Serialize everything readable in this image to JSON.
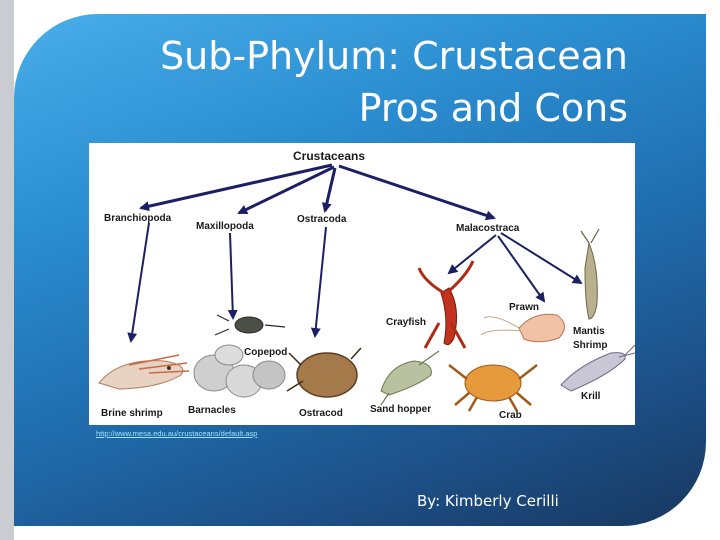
{
  "slide": {
    "title_line1": "Sub-Phylum: Crustacean",
    "title_line2": "Pros and Cons",
    "source_url": "http://www.mesa.edu.au/crustaceans/default.asp",
    "byline": "By: Kimberly Cerilli"
  },
  "diagram": {
    "root": "Crustaceans",
    "groups": {
      "branchiopoda": "Branchiopoda",
      "maxillopoda": "Maxillopoda",
      "ostracoda": "Ostracoda",
      "malacostraca": "Malacostraca"
    },
    "animals": {
      "brine_shrimp": "Brine shrimp",
      "barnacles": "Barnacles",
      "copepod": "Copepod",
      "ostracod": "Ostracod",
      "sand_hopper": "Sand hopper",
      "crayfish": "Crayfish",
      "crab": "Crab",
      "prawn": "Prawn",
      "mantis_shrimp_line1": "Mantis",
      "mantis_shrimp_line2": "Shrimp",
      "krill": "Krill"
    }
  },
  "colors": {
    "arrow": "#1c1f63",
    "title_text": "#ffffff",
    "link": "#9be7ff"
  }
}
